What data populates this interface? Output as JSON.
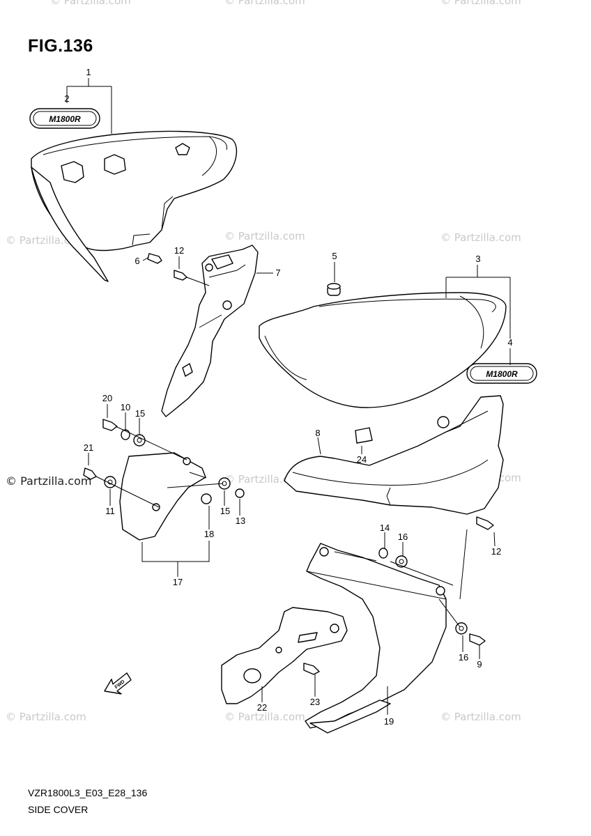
{
  "figure": {
    "title": "FIG.136",
    "model_code": "VZR1800L3_E03_E28_136",
    "section_name": "SIDE COVER"
  },
  "watermarks": [
    "© Partzilla.com",
    "© Partzilla.com",
    "© Partzilla.com",
    "© Partzilla.com",
    "© Partzilla.com",
    "© Partzilla.com",
    "© Partzilla.com",
    "© Partzilla.com",
    "© Partzilla.com",
    "© Partzilla.com",
    "© Partzilla.com",
    "© Partzilla.com"
  ],
  "badges": {
    "left_emblem": "M1800R",
    "right_emblem": "M1800R",
    "arrow": "FWD"
  },
  "callouts": [
    "1",
    "2",
    "3",
    "4",
    "5",
    "6",
    "7",
    "8",
    "9",
    "10",
    "11",
    "12",
    "12",
    "13",
    "14",
    "15",
    "15",
    "16",
    "16",
    "17",
    "18",
    "19",
    "20",
    "21",
    "22",
    "23",
    "24"
  ]
}
